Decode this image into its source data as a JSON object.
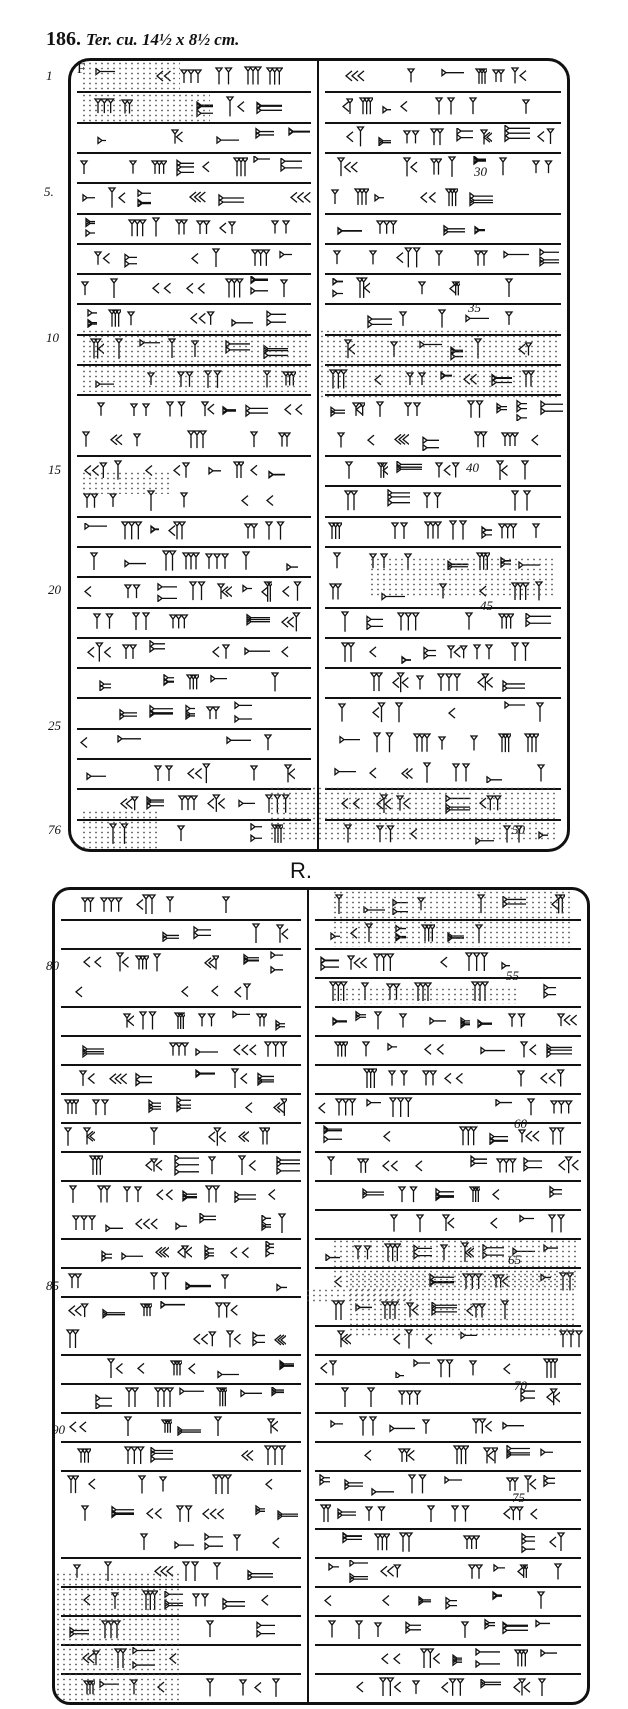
{
  "header": {
    "number": "186.",
    "measurement": "Ter. cu. 14½ x 8½ cm."
  },
  "obverse": {
    "label": "F",
    "line_numbers_left": [
      "1",
      "5.",
      "10",
      "15",
      "20",
      "25"
    ],
    "line_numbers_right": [
      "30",
      "35",
      "40",
      "45"
    ]
  },
  "reverse": {
    "side_label": "R.",
    "line_numbers_left": [
      "76",
      "80",
      "85",
      "90"
    ],
    "line_numbers_right": [
      "50",
      "55",
      "60",
      "65",
      "70",
      "75"
    ]
  }
}
